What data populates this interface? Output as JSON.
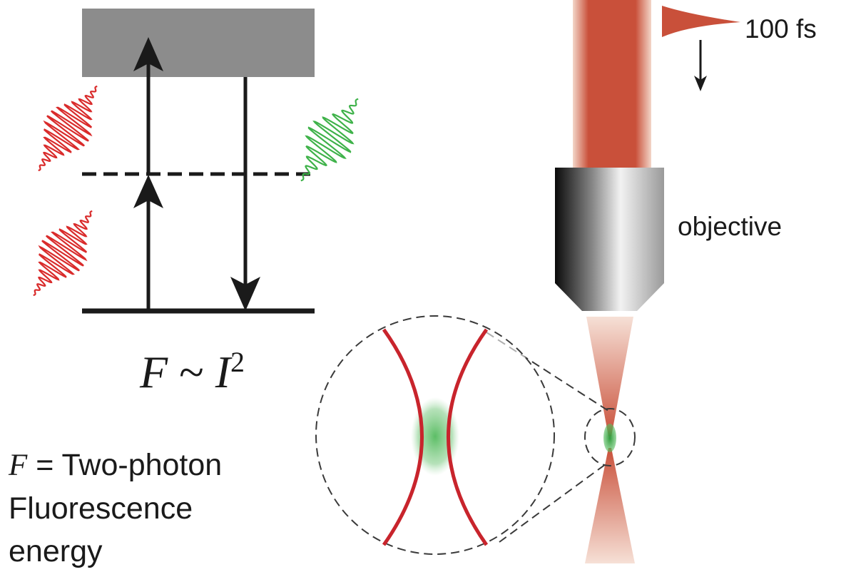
{
  "pulse_label": "100 fs",
  "objective_label": "objective",
  "formula": {
    "lhs": "F",
    "tilde": "~",
    "rhs": "I",
    "exponent": "2"
  },
  "definition": {
    "symbol": "F",
    "line1": " = Two-photon",
    "line2": "Fluorescence",
    "line3": "energy"
  },
  "colors": {
    "excitation_red": "#d92b2b",
    "beam_orange": "#c9503a",
    "emission_green": "#3fb24a",
    "excited_band_gray": "#8c8c8c",
    "focal_curve_red": "#c8242c"
  },
  "icons": [
    "excitation-photon-icon",
    "emission-photon-icon",
    "pulse-icon",
    "arrow-down-icon",
    "objective-lens-icon"
  ]
}
